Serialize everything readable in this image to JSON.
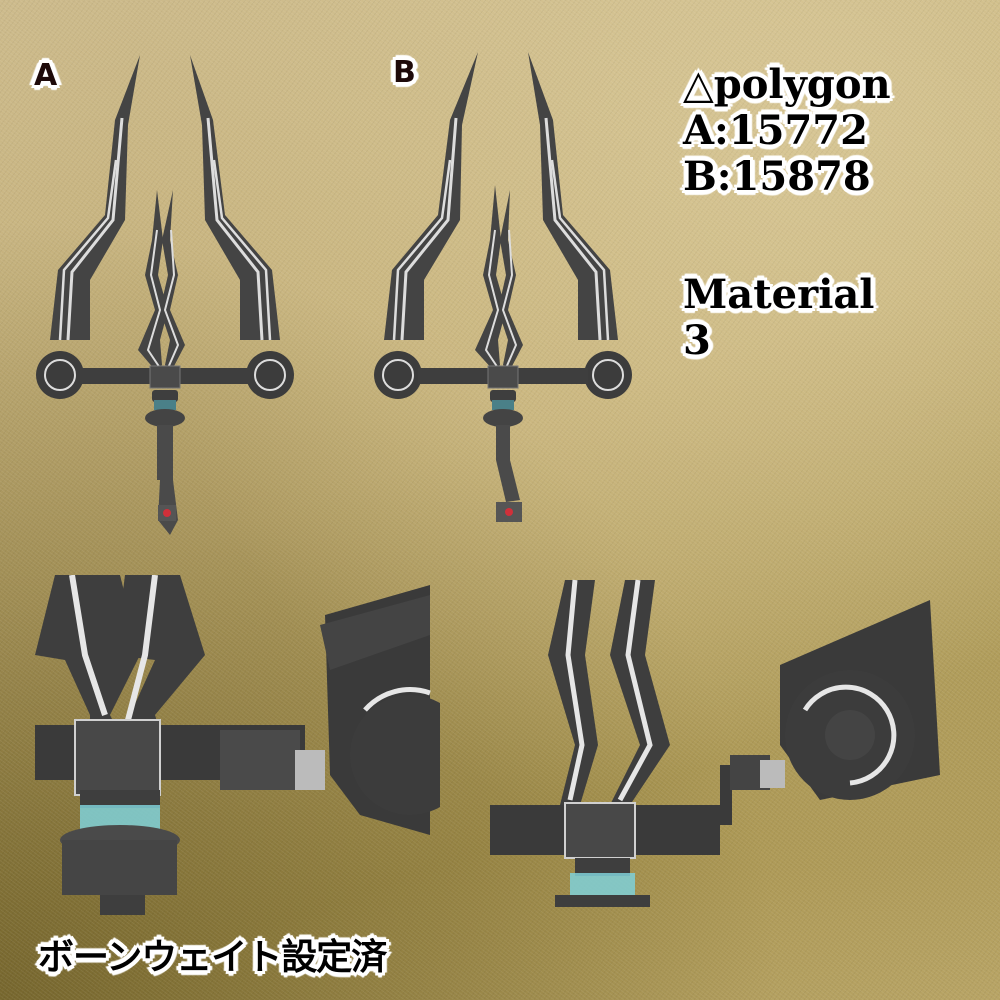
{
  "labels": {
    "model_a": "A",
    "model_b": "B"
  },
  "stats": {
    "polygon_header": "△polygon",
    "polygon_a": "A:15772",
    "polygon_b": "B:15878",
    "material_header": "Material",
    "material_count": "3"
  },
  "footer": {
    "bone_weight": "ボーンウェイト設定済"
  },
  "renders": {
    "top_left": "trident-model-a-full-view",
    "top_right": "trident-model-b-full-view",
    "bottom_left": "model-a-closeup-joint",
    "bottom_right": "model-b-closeup-joint"
  },
  "colors": {
    "background_top": "#cdbb8c",
    "background_bottom": "#8f7f3e",
    "metal_dark": "#3e3e3e",
    "metal_mid": "#555555",
    "stripe": "#e6e6e6",
    "glass": "#7fd0d8",
    "gem_red": "#d0303a",
    "label_text": "#1e0a0a"
  }
}
